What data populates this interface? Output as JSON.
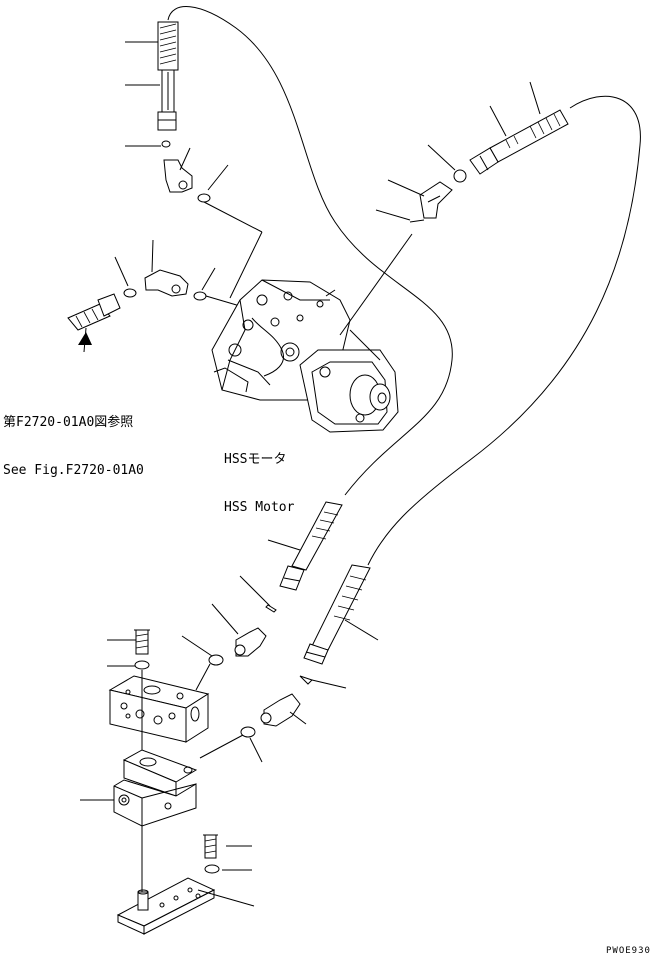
{
  "diagram": {
    "reference_note": {
      "line1": "第F2720-01A0図参照",
      "line2": "See Fig.F2720-01A0"
    },
    "motor_label": {
      "line1": "HSSモータ",
      "line2": "HSS Motor"
    },
    "drawing_code": "PWOE930"
  }
}
